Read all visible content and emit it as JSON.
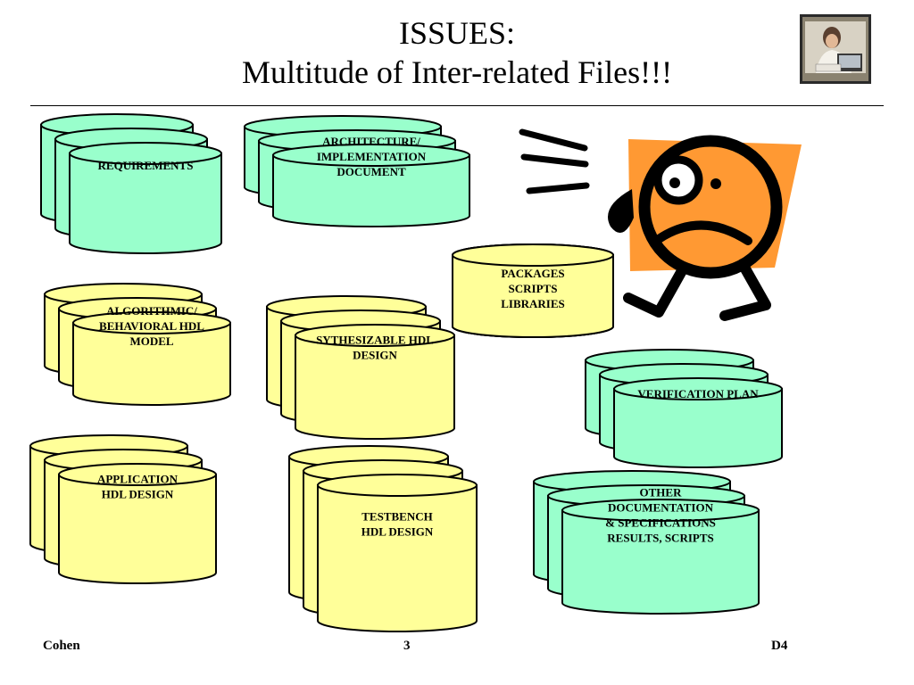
{
  "title": {
    "line1": "ISSUES:",
    "line2": "Multitude of Inter-related Files!!!"
  },
  "colors": {
    "green": "#99ffcc",
    "yellow": "#ffff99",
    "face": "#ff9933",
    "faceBg": "#ff9933"
  },
  "stacks": [
    {
      "id": "requirements",
      "lines": [
        "REQUIREMENTS"
      ],
      "color": "green"
    },
    {
      "id": "architecture",
      "lines": [
        "ARCHITECTURE/",
        "IMPLEMENTATION",
        "DOCUMENT"
      ],
      "color": "green"
    },
    {
      "id": "packages",
      "lines": [
        "PACKAGES",
        "SCRIPTS",
        "LIBRARIES"
      ],
      "color": "yellow"
    },
    {
      "id": "algorithmic",
      "lines": [
        "ALGORITHMIC/",
        "BEHAVIORAL HDL",
        "MODEL"
      ],
      "color": "yellow"
    },
    {
      "id": "synthesizable",
      "lines": [
        "SYTHESIZABLE HDL",
        "DESIGN"
      ],
      "color": "yellow"
    },
    {
      "id": "verification",
      "lines": [
        "VERIFICATION PLAN"
      ],
      "color": "green"
    },
    {
      "id": "application",
      "lines": [
        "APPLICATION",
        "HDL DESIGN"
      ],
      "color": "yellow"
    },
    {
      "id": "testbench",
      "lines": [
        "TESTBENCH",
        "HDL DESIGN"
      ],
      "color": "yellow"
    },
    {
      "id": "other",
      "lines": [
        "OTHER",
        "DOCUMENTATION",
        "& SPECIFICATIONS",
        "RESULTS, SCRIPTS"
      ],
      "color": "green"
    }
  ],
  "footer": {
    "left": "Cohen",
    "center": "3",
    "right": "D4"
  }
}
